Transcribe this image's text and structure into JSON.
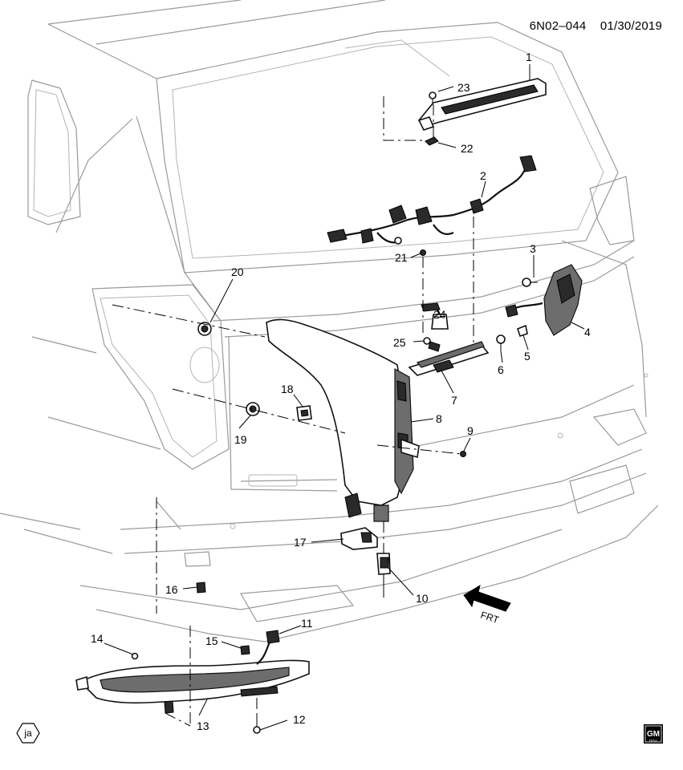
{
  "diagram_code": "6N02–044",
  "diagram_date": "01/30/2019",
  "callouts": [
    "1",
    "2",
    "3",
    "4",
    "5",
    "6",
    "7",
    "8",
    "9",
    "10",
    "11",
    "12",
    "13",
    "14",
    "15",
    "16",
    "17",
    "18",
    "19",
    "20",
    "21",
    "22",
    "23",
    "24",
    "25"
  ],
  "front_arrow_label": "FRT",
  "badge_text": "ja",
  "logo_text": "GM",
  "logo_subtext": "DGA"
}
